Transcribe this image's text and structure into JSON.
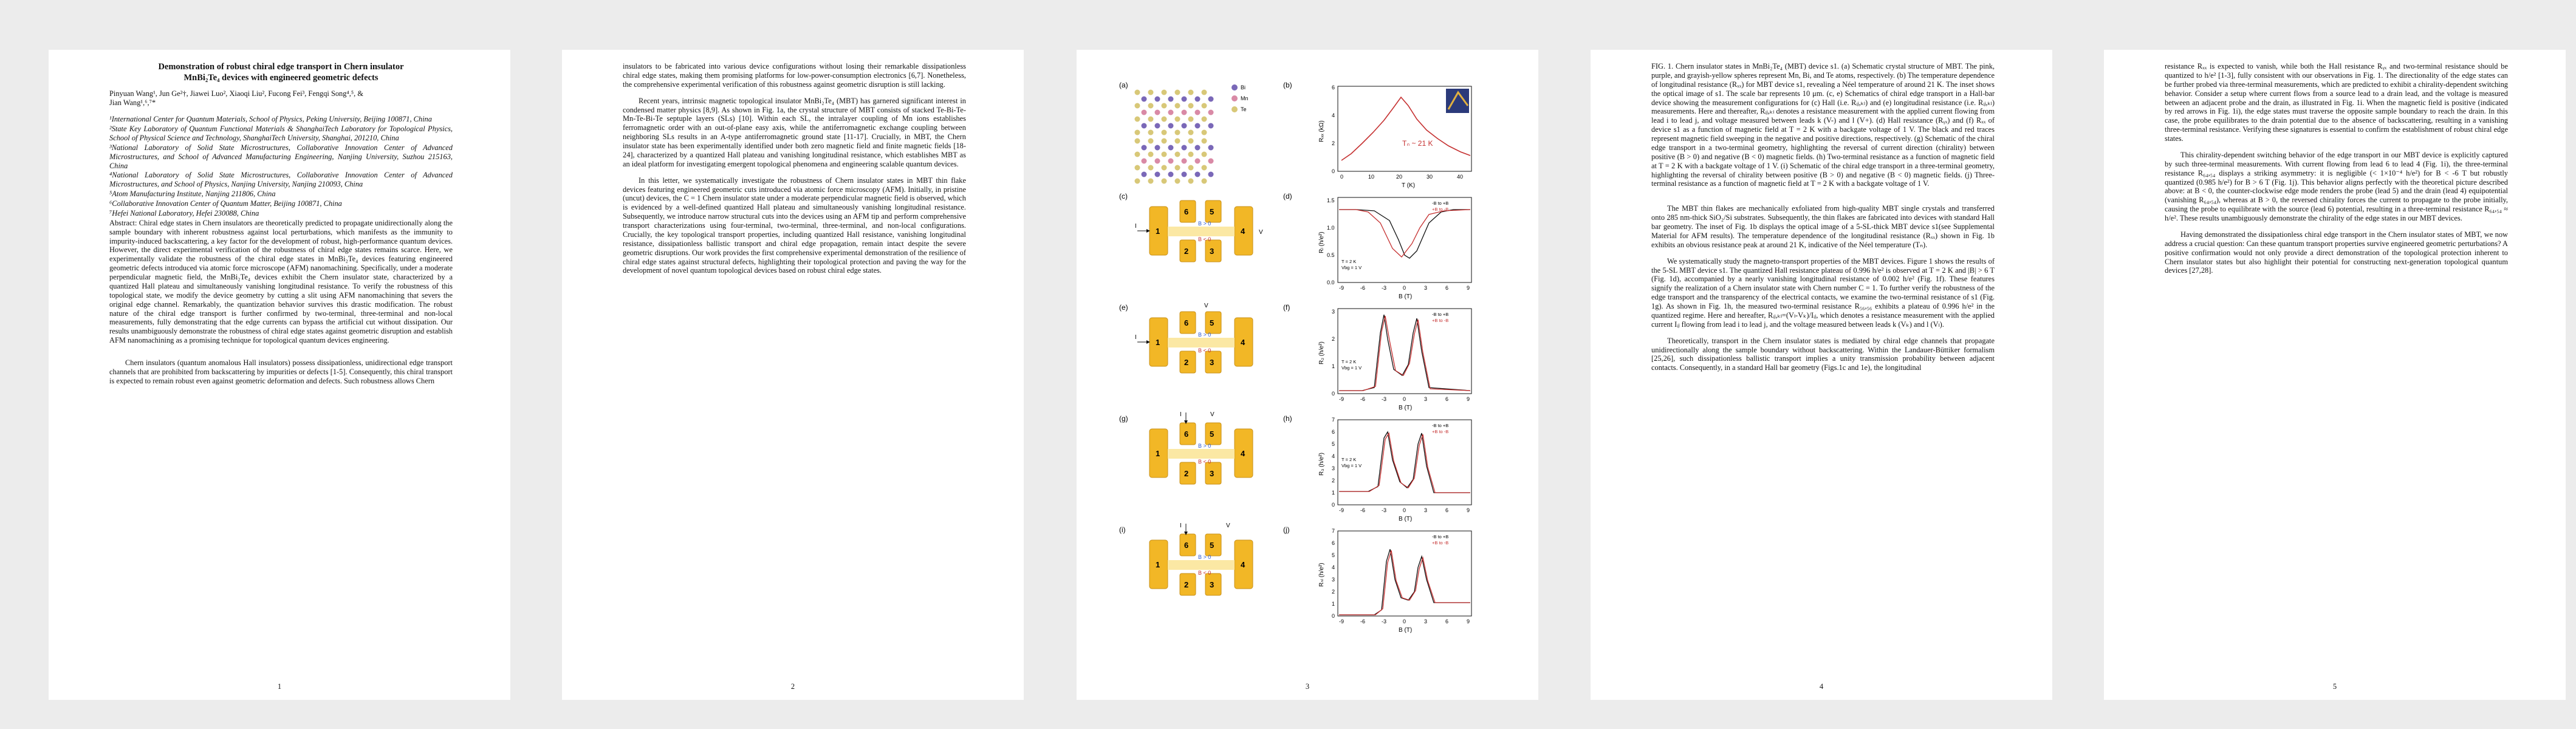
{
  "page_numbers": [
    "1",
    "2",
    "3",
    "4",
    "5"
  ],
  "page1": {
    "title_line1": "Demonstration of robust chiral edge transport in Chern insulator",
    "title_line2": "MnBi₂Te₄ devices with engineered geometric defects",
    "authors_line1": "Pinyuan Wang¹, Jun Ge²†, Jiawei Luo², Xiaoqi Liu², Fucong Fei³, Fengqi Song⁴,⁵, &",
    "authors_line2": "Jian Wang¹,⁶,⁷*",
    "affiliations": [
      "¹International Center for Quantum Materials, School of Physics, Peking University, Beijing 100871, China",
      "²State Key Laboratory of Quantum Functional Materials & ShanghaiTech Laboratory for Topological Physics, School of Physical Science and Technology, ShanghaiTech University, Shanghai, 201210, China",
      "³National Laboratory of Solid State Microstructures, Collaborative Innovation Center of Advanced Microstructures, and School of Advanced Manufacturing Engineering, Nanjing University, Suzhou 215163, China",
      "⁴National Laboratory of Solid State Microstructures, Collaborative Innovation Center of Advanced Microstructures, and School of Physics, Nanjing University, Nanjing 210093, China",
      "⁵Atom Manufacturing Institute, Nanjing 211806, China",
      "⁶Collaborative Innovation Center of Quantum Matter, Beijing 100871, China",
      "⁷Hefei National Laboratory, Hefei 230088, China"
    ],
    "abstract": "Abstract: Chiral edge states in Chern insulators are theoretically predicted to propagate unidirectionally along the sample boundary with inherent robustness against local perturbations, which manifests as the immunity to impurity-induced backscattering, a key factor for the development of robust, high-performance quantum devices. However, the direct experimental verification of the robustness of chiral edge states remains scarce. Here, we experimentally validate the robustness of the chiral edge states in MnBi₂Te₄ devices featuring engineered geometric defects introduced via atomic force microscope (AFM) nanomachining. Specifically, under a moderate perpendicular magnetic field, the MnBi₂Te₄ devices exhibit the Chern insulator state, characterized by a quantized Hall plateau and simultaneously vanishing longitudinal resistance. To verify the robustness of this topological state, we modify the device geometry by cutting a slit using AFM nanomachining that severs the original edge channel. Remarkably, the quantization behavior survives this drastic modification. The robust nature of the chiral edge transport is further confirmed by two-terminal, three-terminal and non-local measurements, fully demonstrating that the edge currents can bypass the artificial cut without dissipation. Our results unambiguously demonstrate the robustness of chiral edge states against geometric disruption and establish AFM nanomachining as a promising technique for topological quantum devices engineering.",
    "intro": "Chern insulators (quantum anomalous Hall insulators) possess dissipationless, unidirectional edge transport channels that are prohibited from backscattering by impurities or defects [1-5]. Consequently, this chiral transport is expected to remain robust even against geometric deformation and defects. Such robustness allows Chern"
  },
  "page2": {
    "paragraphs": [
      "insulators to be fabricated into various device configurations without losing their remarkable dissipationless chiral edge states, making them promising platforms for low-power-consumption electronics [6,7]. Nonetheless, the comprehensive experimental verification of this robustness against geometric disruption is still lacking.",
      "Recent years, intrinsic magnetic topological insulator MnBi₂Te₄ (MBT) has garnered significant interest in condensed matter physics [8,9]. As shown in Fig. 1a, the crystal structure of MBT consists of stacked Te-Bi-Te-Mn-Te-Bi-Te septuple layers (SLs) [10]. Within each SL, the intralayer coupling of Mn ions establishes ferromagnetic order with an out-of-plane easy axis, while the antiferromagnetic exchange coupling between neighboring SLs results in an A-type antiferromagnetic ground state [11-17]. Crucially, in MBT, the Chern insulator state has been experimentally identified under both zero magnetic field and finite magnetic fields [18-24], characterized by a quantized Hall plateau and vanishing longitudinal resistance, which establishes MBT as an ideal platform for investigating emergent topological phenomena and engineering scalable quantum devices.",
      "In this letter, we systematically investigate the robustness of Chern insulator states in MBT thin flake devices featuring engineered geometric cuts introduced via atomic force microscopy (AFM). Initially, in pristine (uncut) devices, the C = 1 Chern insulator state under a moderate perpendicular magnetic field is observed, which is evidenced by a well-defined quantized Hall plateau and simultaneously vanishing longitudinal resistance. Subsequently, we introduce narrow structural cuts into the devices using an AFM tip and perform comprehensive transport characterizations using four-terminal, two-terminal, three-terminal, and non-local configurations. Crucially, the key topological transport properties, including quantized Hall resistance, vanishing longitudinal resistance, dissipationless ballistic transport and chiral edge propagation, remain intact despite the severe geometric disruptions. Our work provides the first comprehensive experimental demonstration of the resilience of chiral edge states against structural defects, highlighting their topological protection and paving the way for the development of novel quantum topological devices based on robust chiral edge states."
    ]
  },
  "page3": {
    "panel_labels": [
      "(a)",
      "(b)",
      "(c)",
      "(d)",
      "(e)",
      "(f)",
      "(g)",
      "(h)",
      "(i)",
      "(j)"
    ],
    "legend_atoms": [
      "Bi",
      "Mn",
      "Te"
    ],
    "b_annotation": "Tₙ ~ 21 K",
    "b_ylabel": "Rₓₓ (kΩ)",
    "b_xlabel": "T (K)",
    "b_yticks": [
      "0",
      "2",
      "4",
      "6"
    ],
    "b_xticks": [
      "0",
      "10",
      "20",
      "30",
      "40"
    ],
    "field_xlabel": "B (T)",
    "field_xticks": [
      "-9",
      "-6",
      "-3",
      "0",
      "3",
      "6",
      "9"
    ],
    "d_ylabel": "Rₗ (h/e²)",
    "d_yticks": [
      "0.0",
      "0.5",
      "1.0",
      "1.5"
    ],
    "f_ylabel": "R₂ (h/e²)",
    "f_yticks": [
      "0",
      "1",
      "2",
      "3"
    ],
    "h_ylabel": "R₃ (h/e²)",
    "h_yticks": [
      "0",
      "1",
      "2",
      "3",
      "4",
      "5",
      "6",
      "7"
    ],
    "j_ylabel": "Rₙₗ (h/e²)",
    "j_yticks": [
      "0",
      "1",
      "2",
      "3",
      "4",
      "5",
      "6",
      "7"
    ],
    "legend_pos": "-B to +B",
    "legend_neg": "+B to -B",
    "cond_T": "T = 2 K",
    "cond_V": "Vbg = 1 V",
    "device_contacts": [
      "1",
      "2",
      "3",
      "4",
      "5",
      "6"
    ],
    "arrow_up": "B > 0",
    "arrow_down": "B < 0",
    "i_label": "I",
    "v_label": "V"
  },
  "page4": {
    "caption": "FIG. 1. Chern insulator states in MnBi₂Te₄ (MBT) device s1. (a) Schematic crystal structure of MBT. The pink, purple, and grayish-yellow spheres represent Mn, Bi, and Te atoms, respectively. (b) The temperature dependence of longitudinal resistance (Rₓₓ) for MBT device s1, revealing a Néel temperature of around 21 K. The inset shows the optical image of s1. The scale bar represents 10 μm. (c, e) Schematics of chiral edge transport in a Hall-bar device showing the measurement configurations for (c) Hall (i.e. Rᵢⱼ,ₖₗ) and (e) longitudinal resistance (i.e. Rᵢⱼ,ₖₗ) measurements. Here and thereafter, Rᵢⱼ,ₖₗ denotes a resistance measurement with the applied current flowing from lead i to lead j, and voltage measured between leads k (V-) and l (V+). (d) Hall resistance (Rᵧₓ) and (f) Rₓₓ of device s1 as a function of magnetic field at T = 2 K with a backgate voltage of 1 V. The black and red traces represent magnetic field sweeping in the negative and positive directions, respectively. (g) Schematic of the chiral edge transport in a two-terminal geometry, highlighting the reversal of current direction (chirality) between positive (B > 0) and negative (B < 0) magnetic fields. (h) Two-terminal resistance as a function of magnetic field at T = 2 K with a backgate voltage of 1 V. (i) Schematic of the chiral edge transport in a three-terminal geometry, highlighting the reversal of chirality between positive (B > 0) and negative (B < 0) magnetic fields. (j) Three-terminal resistance as a function of magnetic field at T = 2 K with a backgate voltage of 1 V.",
    "paragraphs": [
      "The MBT thin flakes are mechanically exfoliated from high-quality MBT single crystals and transferred onto 285 nm-thick SiO₂/Si substrates. Subsequently, the thin flakes are fabricated into devices with standard Hall bar geometry. The inset of Fig. 1b displays the optical image of a 5-SL-thick MBT device s1(see Supplemental Material for AFM results). The temperature dependence of the longitudinal resistance (Rₓₓ) shown in Fig. 1b exhibits an obvious resistance peak at around 21 K, indicative of the Néel temperature (Tₙ).",
      "We systematically study the magneto-transport properties of the MBT devices. Figure 1 shows the results of the 5-SL MBT device s1. The quantized Hall resistance plateau of 0.996 h/e² is observed at T = 2 K and |B| > 6 T (Fig. 1d), accompanied by a nearly vanishing longitudinal resistance of 0.002 h/e² (Fig. 1f). These features signify the realization of a Chern insulator state with Chern number C = 1. To further verify the robustness of the edge transport and the transparency of the electrical contacts, we examine the two-terminal resistance of s1 (Fig. 1g). As shown in Fig. 1h, the measured two-terminal resistance R₅₆,₅₆ exhibits a plateau of 0.996 h/e² in the quantized regime. Here and hereafter, Rᵢⱼ,ₖₗ=(Vₗ-Vₖ)/Iᵢⱼ, which denotes a resistance measurement with the applied current Iᵢⱼ flowing from lead i to lead j, and the voltage measured between leads k (Vₖ) and l (Vₗ).",
      "Theoretically, transport in the Chern insulator states is mediated by chiral edge channels that propagate unidirectionally along the sample boundary without backscattering. Within the Landauer-Büttiker formalism [25,26], such dissipationless ballistic transport implies a unity transmission probability between adjacent contacts. Consequently, in a standard Hall bar geometry (Figs.1c and 1e), the longitudinal"
    ]
  },
  "page5": {
    "paragraphs": [
      "resistance Rₓₓ is expected to vanish, while both the Hall resistance Rᵧₓ and two-terminal resistance should be quantized to h/e² [1-3], fully consistent with our observations in Fig. 1. The directionality of the edge states can be further probed via three-terminal measurements, which are predicted to exhibit a chirality-dependent switching behavior. Consider a setup where current flows from a source lead to a drain lead, and the voltage is measured between an adjacent probe and the drain, as illustrated in Fig. 1i. When the magnetic field is positive (indicated by red arrows in Fig. 1i), the edge states must traverse the opposite sample boundary to reach the drain. In this case, the probe equilibrates to the drain potential due to the absence of backscattering, resulting in a vanishing three-terminal resistance. Verifying these signatures is essential to confirm the establishment of robust chiral edge states.",
      "This chirality-dependent switching behavior of the edge transport in our MBT device is explicitly captured by such three-terminal measurements. With current flowing from lead 6 to lead 4 (Fig. 1i), the three-terminal resistance R₆₄,₅₄ displays a striking asymmetry: it is negligible (< 1×10⁻⁴ h/e²) for B < -6 T but robustly quantized (0.985 h/e²) for B > 6 T (Fig. 1j). This behavior aligns perfectly with the theoretical picture described above: at B < 0, the counter-clockwise edge mode renders the probe (lead 5) and the drain (lead 4) equipotential (vanishing R₆₄,₅₄), whereas at B > 0, the reversed chirality forces the current to propagate to the probe initially, causing the probe to equilibrate with the source (lead 6) potential, resulting in a three-terminal resistance R₆₄,₅₄ ≈ h/e². These results unambiguously demonstrate the chirality of the edge states in our MBT devices.",
      "Having demonstrated the dissipationless chiral edge transport in the Chern insulator states of MBT, we now address a crucial question: Can these quantum transport properties survive engineered geometric perturbations? A positive confirmation would not only provide a direct demonstration of the topological protection inherent to Chern insulator states but also highlight their potential for constructing next-generation topological quantum devices [27,28]."
    ]
  }
}
